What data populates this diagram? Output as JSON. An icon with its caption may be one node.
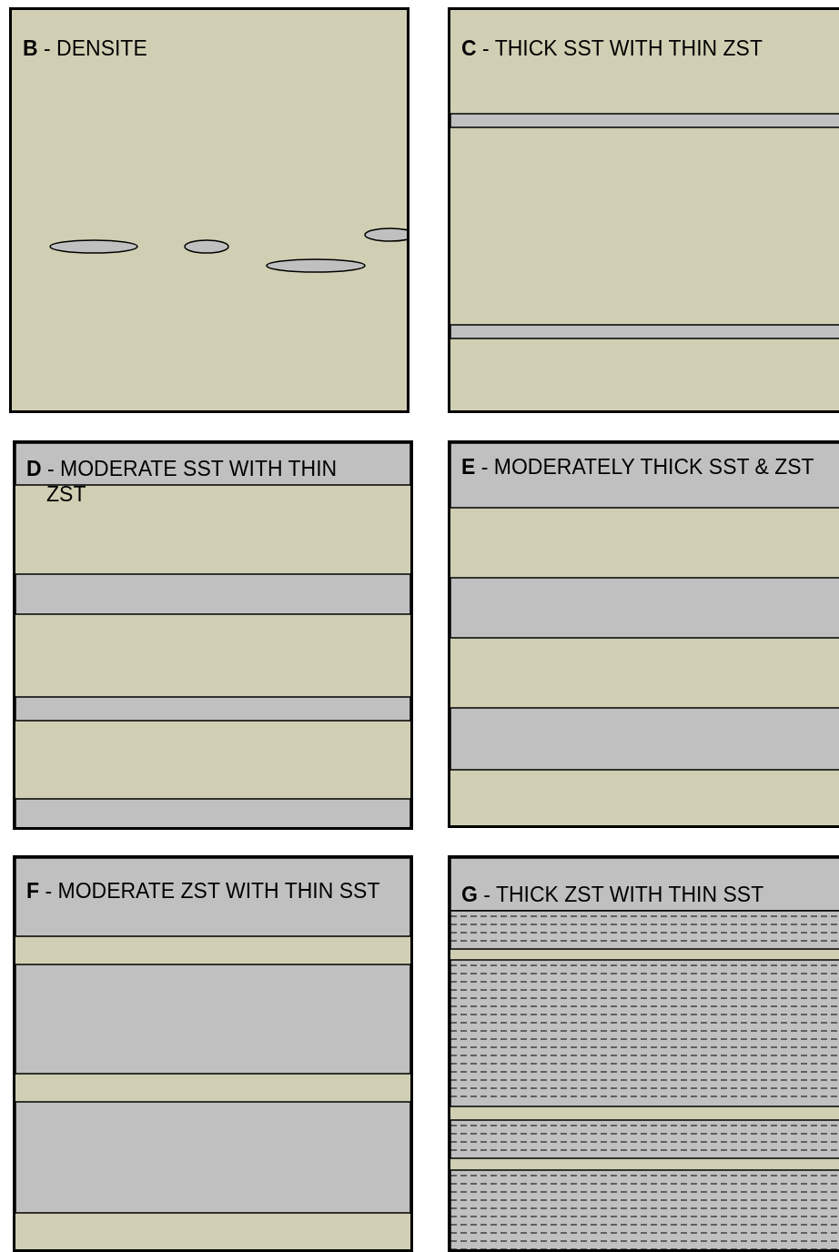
{
  "diagram": {
    "nodes": [
      {
        "text": [
          "**B** - DENSITE"
        ]
      },
      {
        "text": [
          "**C** - THICK SST WITH THIN ZST"
        ]
      },
      {
        "text": [
          "**D** - MODERATE SST WITH THIN ZST"
        ]
      },
      {
        "text": [
          "**E** - MODERATELY THICK SST & ZST"
        ]
      },
      {
        "text": [
          "**F** - MODERATE ZST WITH THIN SST"
        ]
      },
      {
        "text": [
          "**G** - THICK ZST WITH THIN SST"
        ]
      }
    ]
  }
}
